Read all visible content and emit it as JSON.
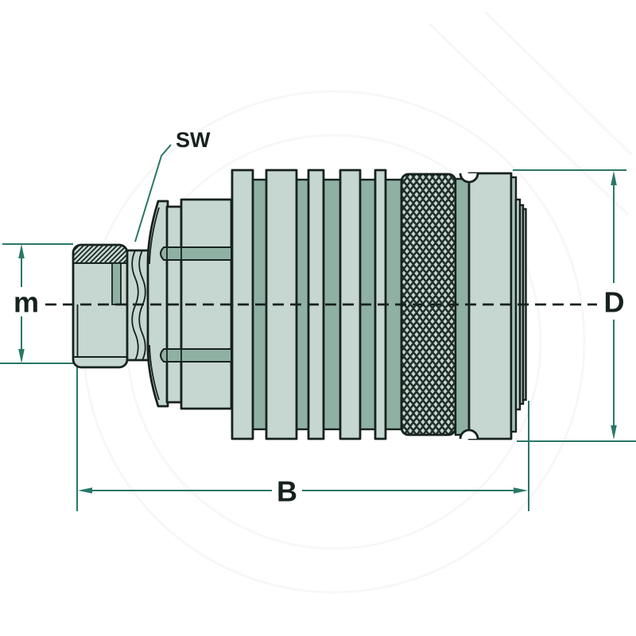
{
  "diagram": {
    "labels": {
      "wrench_size": "SW",
      "thread": "m",
      "length": "B",
      "diameter": "D"
    }
  },
  "colors": {
    "line": "#17221e",
    "fill_light": "#c6d6d0",
    "fill_light2": "#a9c2b8",
    "fill_dark": "#8fb1a4",
    "knurl_bg": "#222e29",
    "knurl_dot": "#c4d5ce",
    "dim": "#2a7767",
    "bg": "#ffffff"
  }
}
